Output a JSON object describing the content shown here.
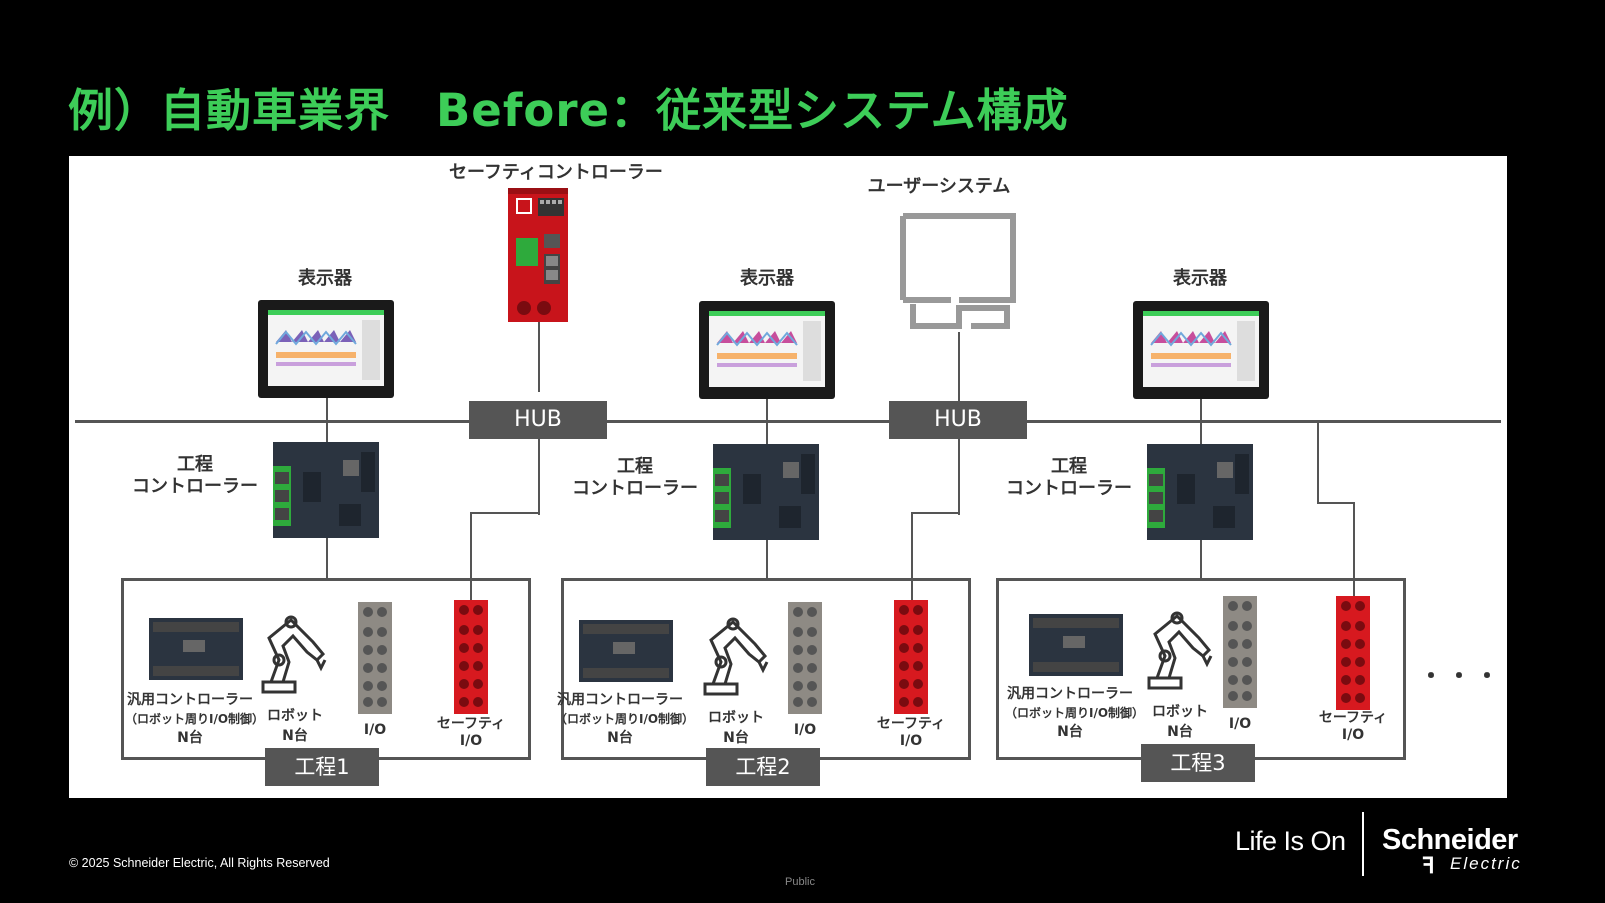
{
  "title": "例）自動車業界　Before：従来型システム構成",
  "labels": {
    "safety_controller": "セーフティコントローラー",
    "user_system": "ユーザーシステム",
    "display": "表示器",
    "hub": "HUB",
    "process_controller_line1": "工程",
    "process_controller_line2": "コントローラー",
    "general_controller": "汎用コントローラー",
    "general_controller_note": "（ロボット周りI/O制御）",
    "n_units": "N台",
    "robot": "ロボット",
    "io": "I/O",
    "safety": "セーフティ",
    "ellipsis": "・・・・"
  },
  "processes": [
    {
      "name": "工程1"
    },
    {
      "name": "工程2"
    },
    {
      "name": "工程3"
    }
  ],
  "footer": {
    "copyright": "© 2025 Schneider Electric, All Rights Reserved",
    "classification": "Public",
    "tagline": "Life Is On",
    "brand_line1": "Schneider",
    "brand_line2": "Electric"
  },
  "colors": {
    "title": "#3dcd58",
    "hub_box": "#555555",
    "safety_red": "#d7191f",
    "hmi_frame": "#1a1a1a"
  }
}
